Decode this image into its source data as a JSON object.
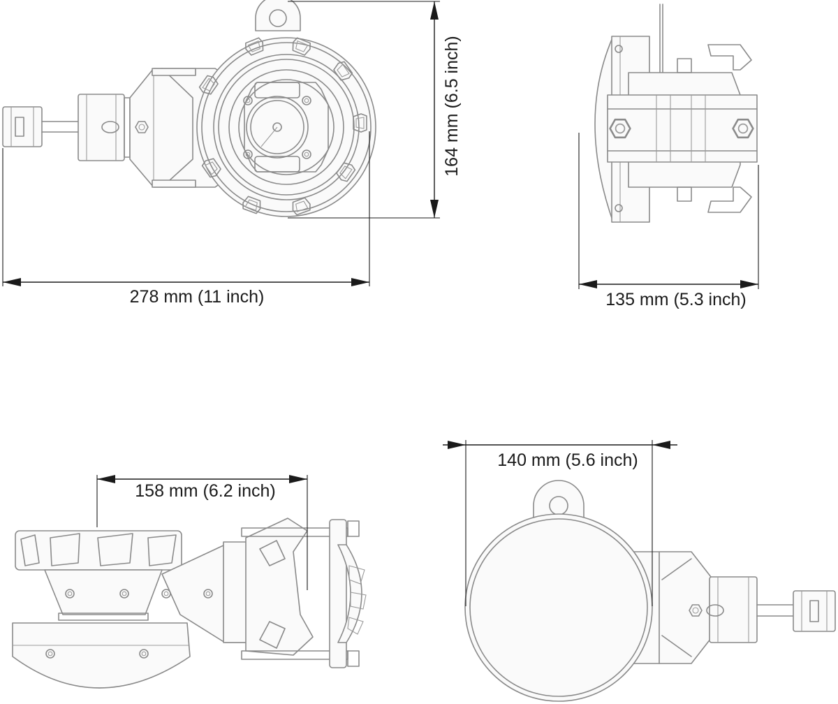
{
  "dimensions": {
    "top_view_width": "278 mm (11 inch)",
    "top_view_height": "164 mm (6.5 inch)",
    "side_view_depth": "135 mm (5.3 inch)",
    "front_view_bracket": "158 mm (6.2 inch)",
    "bottom_view_diameter": "140 mm (5.6 inch)"
  },
  "colors": {
    "linework": "#8a8a8a",
    "dimension": "#1a1a1a",
    "background": "#ffffff"
  }
}
